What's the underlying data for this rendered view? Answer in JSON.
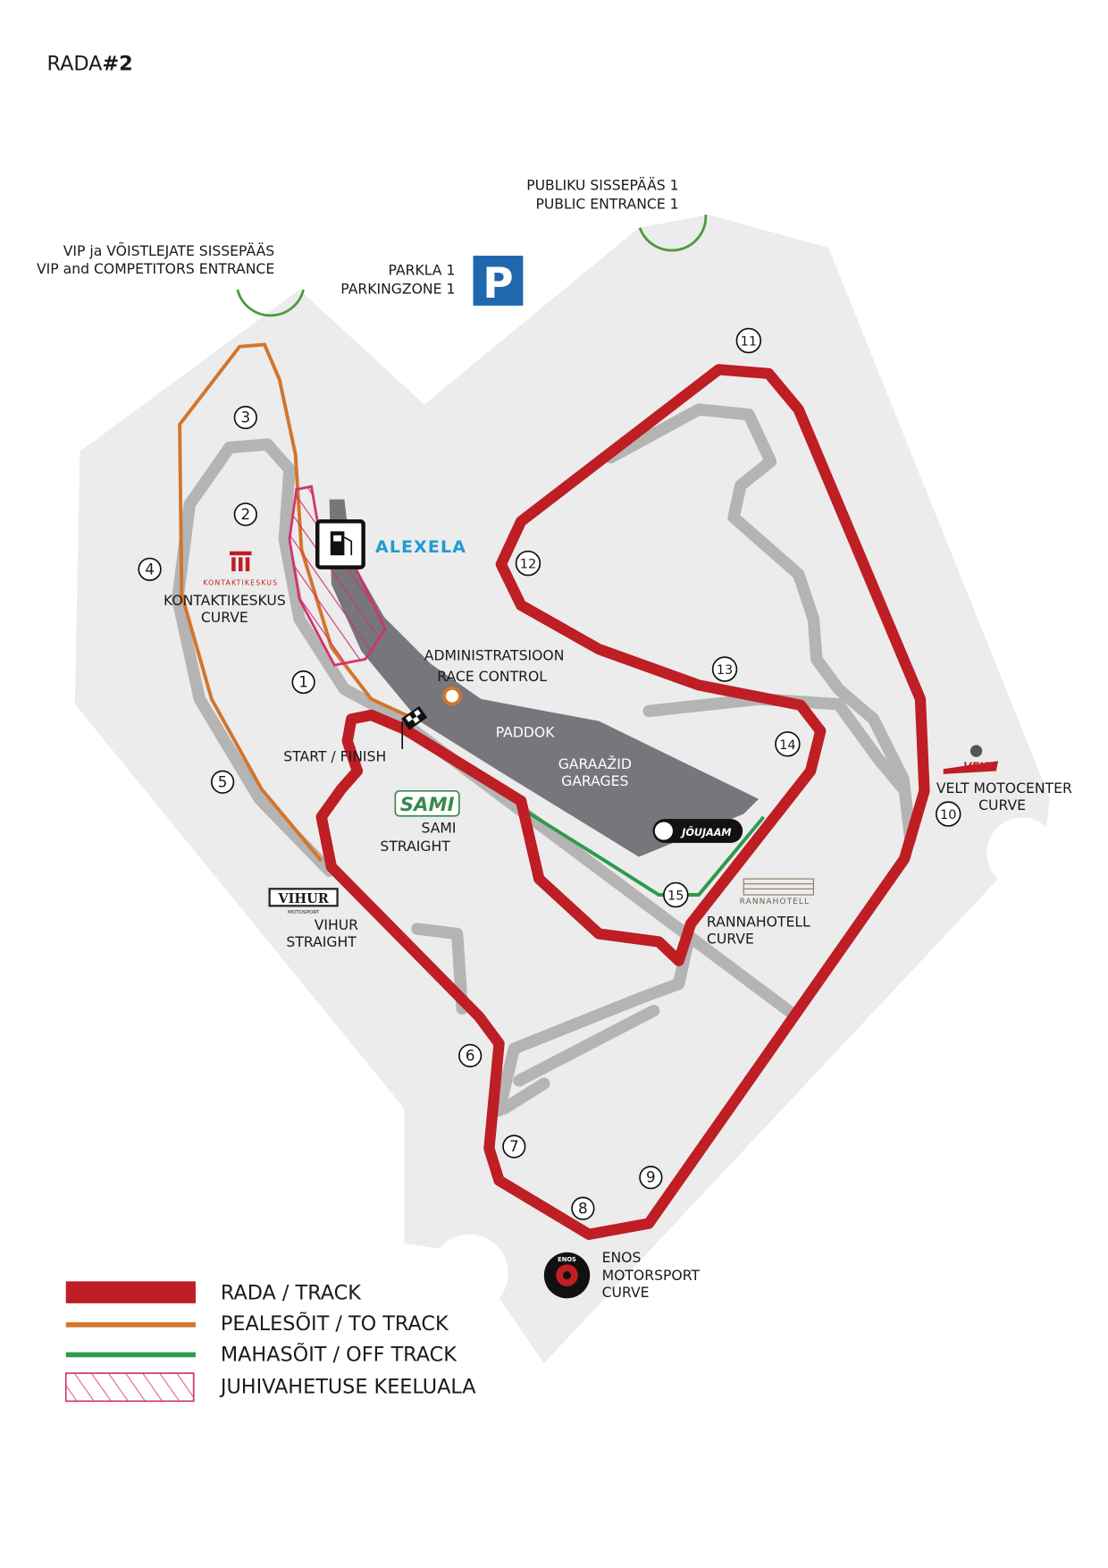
{
  "title": {
    "prefix": "RADA",
    "suffix": "#2"
  },
  "entrances": {
    "vip_line1": "VIP ja VÕISTLEJATE SISSEPÄÄS",
    "vip_line2": "VIP and COMPETITORS ENTRANCE",
    "public_line1": "PUBLIKU SISSEPÄÄS 1",
    "public_line2": "PUBLIC ENTRANCE 1"
  },
  "parking": {
    "line1": "PARKLA 1",
    "line2": "PARKINGZONE 1",
    "icon": "P"
  },
  "labels": {
    "alexela": "ALEXELA",
    "admin_line1": "ADMINISTRATSIOON",
    "admin_line2": "RACE CONTROL",
    "paddock": "PADDOK",
    "garages_line1": "GARAAŽID",
    "garages_line2": "GARAGES",
    "start_finish": "START / FINISH",
    "kontakt_logo": "KONTAKTIKESKUS",
    "kontakt_line1": "KONTAKTIKESKUS",
    "kontakt_line2": "CURVE",
    "sami_logo": "SAMI",
    "sami_line1": "SAMI",
    "sami_line2": "STRAIGHT",
    "vihur_logo": "VIHUR",
    "vihur_sub": "MOTOSPORT",
    "vihur_line1": "VIHUR",
    "vihur_line2": "STRAIGHT",
    "joujaam_logo": "JÕUJAAM",
    "ranna_logo": "RANNAHOTELL",
    "ranna_line1": "RANNAHOTELL",
    "ranna_line2": "CURVE",
    "velt_logo": "VELT",
    "velt_line1": "VELT MOTOCENTER",
    "velt_line2": "CURVE",
    "enos_logo": "ENOS",
    "enos_line1": "ENOS",
    "enos_line2": "MOTORSPORT",
    "enos_line3": "CURVE"
  },
  "turns": [
    "1",
    "2",
    "3",
    "4",
    "5",
    "6",
    "7",
    "8",
    "9",
    "10",
    "11",
    "12",
    "13",
    "14",
    "15"
  ],
  "legend": [
    {
      "label": "RADA / TRACK",
      "color": "#be1e24"
    },
    {
      "label": "PEALESÕIT / TO TRACK",
      "color": "#d2752c"
    },
    {
      "label": "MAHASÕIT / OFF TRACK",
      "color": "#2e9a4c"
    },
    {
      "label": "JUHIVAHETUSE KEELUALA",
      "color": "#d0336f"
    }
  ],
  "colors": {
    "track": "#be1e24",
    "road": "#b4b4b4",
    "ground": "#ececec",
    "paddock": "#76767c",
    "parking": "#1f68ad",
    "alexela": "#1f9bd0"
  }
}
